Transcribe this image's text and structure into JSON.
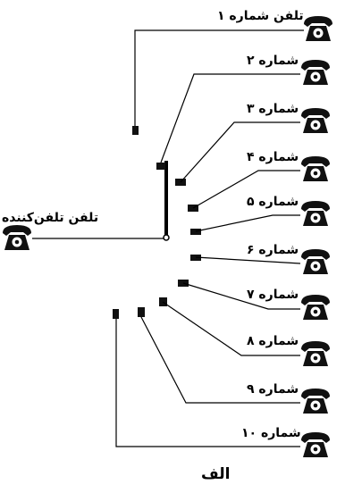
{
  "caller": {
    "label": "تلفن تلفن‌کننده"
  },
  "receivers": [
    {
      "label": "تلفن شماره ۱"
    },
    {
      "label": "شماره ۲"
    },
    {
      "label": "شماره ۳"
    },
    {
      "label": "شماره ۴"
    },
    {
      "label": "شماره ۵"
    },
    {
      "label": "شماره ۶"
    },
    {
      "label": "شماره ۷"
    },
    {
      "label": "شماره ۸"
    },
    {
      "label": "شماره ۹"
    },
    {
      "label": "شماره ۱۰"
    }
  ],
  "caption": "الف"
}
